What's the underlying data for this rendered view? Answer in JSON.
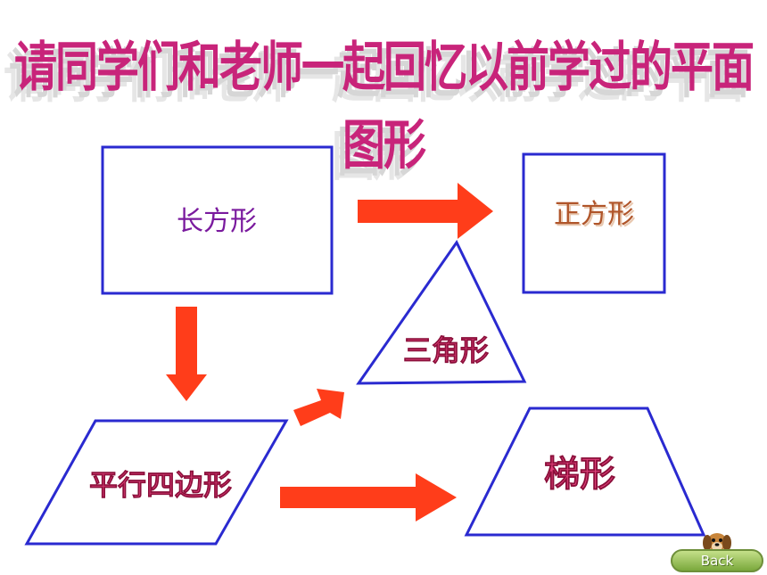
{
  "title": "请同学们和老师一起回忆以前学过的平面图形",
  "shapes": {
    "rectangle": "长方形",
    "square": "正方形",
    "triangle": "三角形",
    "parallelogram": "平行四边形",
    "trapezoid": "梯形"
  },
  "back_button": "Back",
  "colors": {
    "title": "#c8247a",
    "outline": "#2a2ad0",
    "arrow": "#ff3d1a",
    "rectangle_label": "#7a1a9e",
    "square_label": "#b0552a",
    "label_pink": "#e0407a"
  },
  "icons": {
    "mascot": "dog-icon"
  }
}
